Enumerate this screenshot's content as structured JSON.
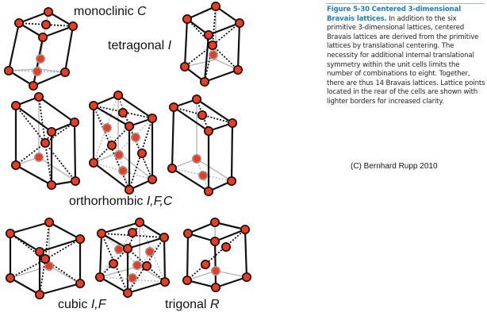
{
  "figure": {
    "labels": {
      "monoclinic": {
        "name": "monoclinic",
        "centering": "C"
      },
      "tetragonal": {
        "name": "tetragonal",
        "centering": "I"
      },
      "orthorhombic": {
        "name": "orthorhombic",
        "centering": "I,F,C"
      },
      "cubic": {
        "name": "cubic",
        "centering": "I,F"
      },
      "trigonal": {
        "name": "trigonal",
        "centering": "R"
      }
    },
    "colors": {
      "lattice_point": "#ee3a1f",
      "edge": "#111111",
      "rear_edge": "#b5b5b5",
      "rear_point_border": "#9a9a9a"
    },
    "lattices": [
      {
        "id": "monoclinic-C",
        "centering": "C"
      },
      {
        "id": "tetragonal-I",
        "centering": "I"
      },
      {
        "id": "orthorhombic-I",
        "centering": "I"
      },
      {
        "id": "orthorhombic-F",
        "centering": "F"
      },
      {
        "id": "orthorhombic-C",
        "centering": "C"
      },
      {
        "id": "cubic-I",
        "centering": "I"
      },
      {
        "id": "cubic-F",
        "centering": "F"
      },
      {
        "id": "trigonal-R",
        "centering": "R"
      }
    ]
  },
  "caption": {
    "title": "Figure 5-30",
    "subtitle": "Centered 3-dimensional Bravais lattices.",
    "body": "In addition to the six primitive 3-dimensional lattices, centered Bravais lattices are derived from the primitive lattices by translational centering. The necessity for additional internal translational symmetry within the unit cells limits the number of combinations to eight. Together, there are thus 14 Bravais lattices. Lattice points located in the rear of the cells are shown with lighter borders for increased clarity.",
    "credit": "(C) Bernhard Rupp 2010"
  }
}
